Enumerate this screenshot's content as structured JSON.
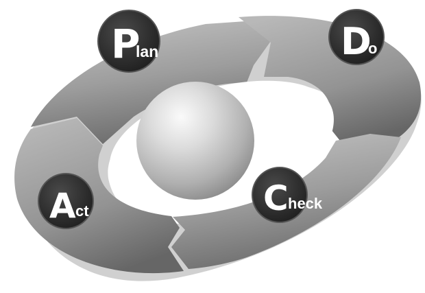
{
  "cycle": {
    "steps": [
      {
        "id": "plan",
        "initial": "P",
        "rest": "lan"
      },
      {
        "id": "do",
        "initial": "D",
        "rest": "o"
      },
      {
        "id": "check",
        "initial": "C",
        "rest": "heck"
      },
      {
        "id": "act",
        "initial": "A",
        "rest": "ct"
      }
    ]
  },
  "colors": {
    "ring_light": "#bdbdbd",
    "ring_mid": "#8f8f8f",
    "ring_dark": "#5e5e5e",
    "badge_fill": "#2e2e2e",
    "badge_text": "#ffffff",
    "sphere_light": "#f4f4f4",
    "sphere_dark": "#8a8a8a"
  }
}
